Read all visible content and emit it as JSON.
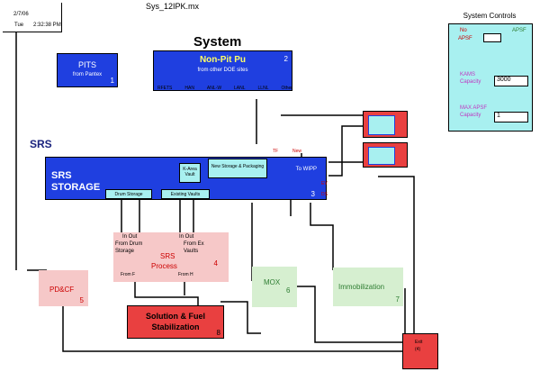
{
  "header": {
    "date": "2/7/06",
    "day": "Tue",
    "time": "2:32:38 PM",
    "filename": "Sys_12IPK.mx"
  },
  "title": "System",
  "srs_label": "SRS",
  "pits": {
    "label": "PITS",
    "sub": "from Pantex",
    "num": "1"
  },
  "nonpit": {
    "label": "Non-Pit Pu",
    "sub": "from other DOE sites",
    "num": "2",
    "sources": [
      "RFETS",
      "HAN",
      "ANL-W",
      "LANL",
      "LLNL",
      "Other"
    ]
  },
  "storage": {
    "label1": "SRS",
    "label2": "STORAGE",
    "num": "3",
    "kvault": "K-Area Vault",
    "newstorage": "New Storage & Packaging",
    "drum": "Drum Storage",
    "existing": "Existing Vaults",
    "towipp": "To WIPP",
    "tf": "TF",
    "new": "New",
    "ev": "EV",
    "ds": "DS"
  },
  "process": {
    "label1": "SRS",
    "label2": "Process",
    "num": "4",
    "in_out_1": "In Out",
    "from_drum": "From Drum Storage",
    "in_out_2": "In Out",
    "from_ex": "From Ex Vaults",
    "from_f": "From F",
    "from_h": "From H"
  },
  "pdcf": {
    "label": "PD&CF",
    "num": "5"
  },
  "mox": {
    "label": "MOX",
    "num": "6"
  },
  "immob": {
    "label": "Immobilization",
    "num": "7"
  },
  "solution": {
    "label1": "Solution & Fuel",
    "label2": "Stabilization",
    "num": "8"
  },
  "exit": {
    "label": "Exit",
    "num": "(4)"
  },
  "controls": {
    "title": "System Controls",
    "no_label": "No",
    "apsf_label": "APSF",
    "apsf_right": "APSF",
    "kams_label": "KAMS Capacity",
    "kams_value": "3000",
    "max_label": "MAX APSF Capacity",
    "max_value": "1"
  },
  "colors": {
    "blue": "#1f3fe0",
    "pink": "#f6c8c8",
    "green": "#d6efd0",
    "red": "#e94040",
    "cyan": "#a8f0f0"
  }
}
